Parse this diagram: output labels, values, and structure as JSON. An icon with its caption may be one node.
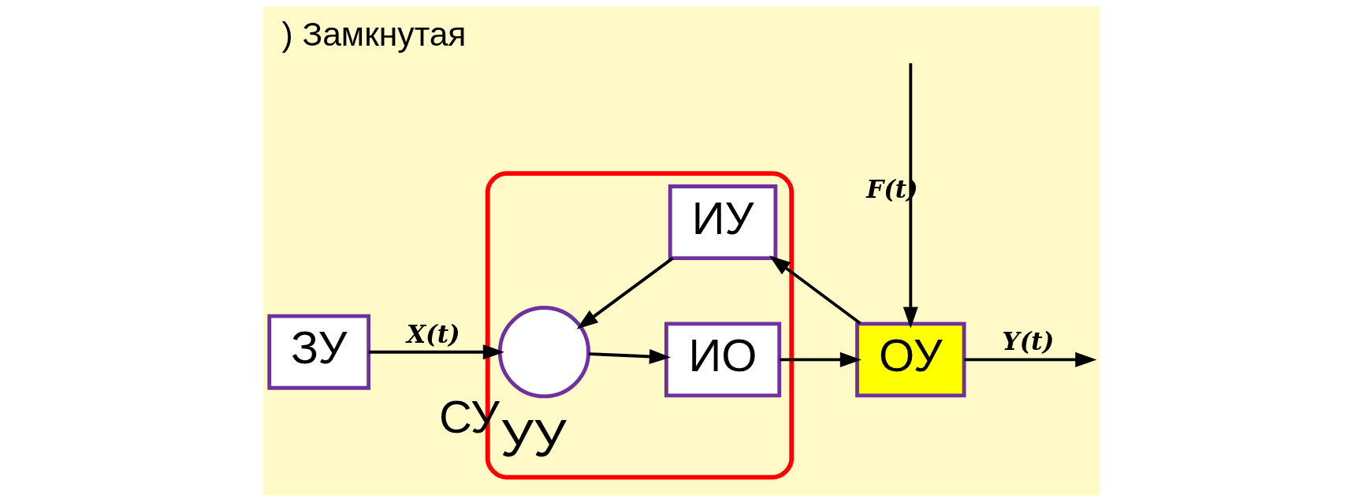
{
  "diagram": {
    "title": ") Замкнутая",
    "nodes": [
      {
        "text": [
          "ЗУ"
        ]
      },
      {
        "text": [
          "УУ"
        ]
      },
      {
        "text": [],
        "shape": "circle",
        "in": 1,
        "beside": [
          "СУ"
        ]
      },
      {
        "text": [
          "ИО"
        ],
        "in": 1
      },
      {
        "text": [
          "ИУ"
        ],
        "in": 1
      },
      {
        "text": [
          "ОУ"
        ]
      }
    ],
    "edges": [
      {
        "from": 0,
        "to": 2,
        "arrow": "to",
        "label": "X(t)"
      },
      {
        "from": 2,
        "to": 3,
        "arrow": "to"
      },
      {
        "from": 3,
        "to": 5,
        "arrow": "to"
      },
      {
        "from": null,
        "to": 5,
        "arrow": "to",
        "label": "F(t)"
      },
      {
        "from": 5,
        "to": null,
        "arrow": "to",
        "label": "Y(t)"
      },
      {
        "from": 5,
        "to": 4,
        "arrow": "to"
      },
      {
        "from": 4,
        "to": 2,
        "arrow": "to"
      }
    ]
  }
}
